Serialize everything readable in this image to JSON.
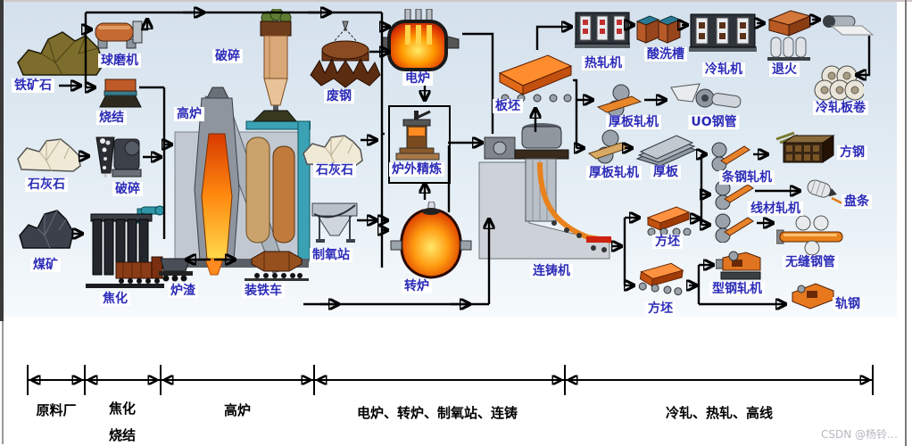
{
  "labels": {
    "iron_ore": "铁矿石",
    "ball_mill": "球磨机",
    "sintering": "烧结",
    "crushing_top": "破碎",
    "limestone_1": "石灰石",
    "crushing_left": "破碎",
    "coal": "煤矿",
    "coking": "焦化",
    "blast_furnace": "高炉",
    "slag": "炉渣",
    "iron_car": "装铁车",
    "scrap": "废钢",
    "eaf": "电炉",
    "limestone_2": "石灰石",
    "ladle_refining": "炉外精炼",
    "oxygen_plant": "制氧站",
    "converter": "转炉",
    "slab": "板坯",
    "caster": "连铸机",
    "hot_mill": "热轧机",
    "pickling": "酸洗槽",
    "cold_mill": "冷轧机",
    "annealing": "退火",
    "cold_coil": "冷轧板卷",
    "plate_mill_1": "厚板轧机",
    "uo_pipe": "UO钢管",
    "plate_mill_2": "厚板轧机",
    "plate": "厚板",
    "bar_mill": "条钢轧机",
    "square_steel": "方钢",
    "wire_mill": "线材轧机",
    "wire_rod": "盘条",
    "seamless_pipe": "无缝钢管",
    "billet_1": "方坯",
    "billet_2": "方坯",
    "section_mill": "型钢轧机",
    "rail_steel": "轨钢"
  },
  "stages": [
    {
      "label": "原料厂"
    },
    {
      "label": "焦化",
      "label2": "烧结"
    },
    {
      "label": "高炉"
    },
    {
      "label": "电炉、转炉、制氧站、连铸"
    },
    {
      "label": "冷轧、热轧、高线"
    }
  ],
  "watermark": "CSDN @杨铃…",
  "colors": {
    "label_text": "#2b2bb8",
    "arrow": "#000000",
    "panel_top": "#d4e0ec",
    "panel_bottom": "#f6fafc",
    "furnace_glow": "#ff9a20",
    "steel_orange": "#e8821e"
  }
}
